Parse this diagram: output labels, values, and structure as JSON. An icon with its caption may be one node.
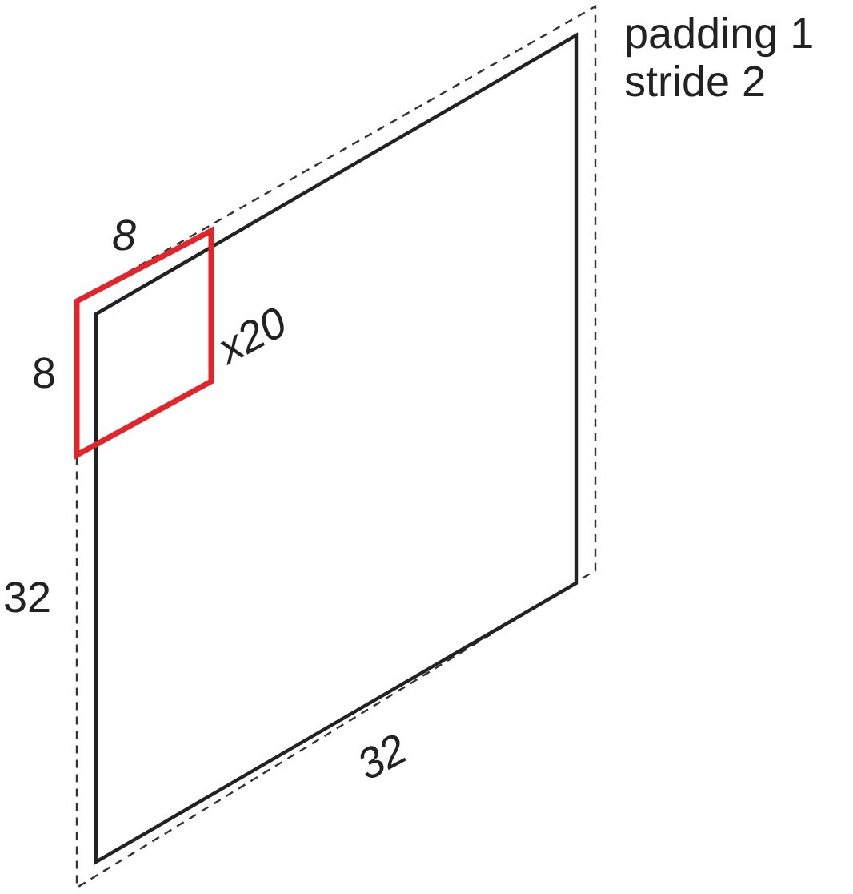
{
  "diagram": {
    "labels": [
      "padding 1",
      "stride 2",
      "8",
      "8",
      "x20",
      "32",
      "32"
    ]
  }
}
